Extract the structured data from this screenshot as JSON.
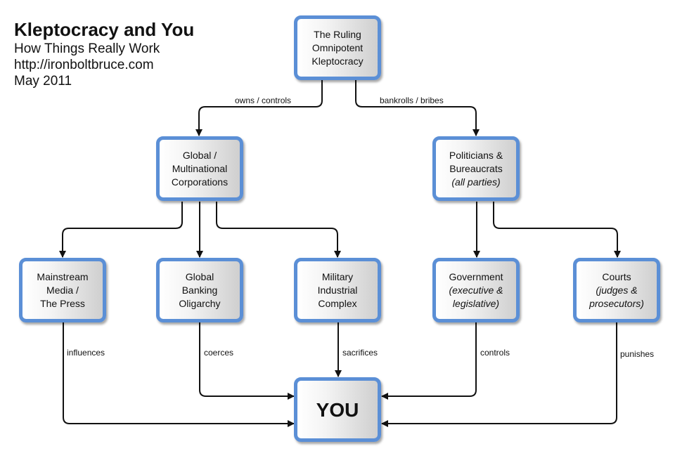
{
  "header": {
    "title": "Kleptocracy and You",
    "subtitle": "How Things Really Work",
    "url": "http://ironboltbruce.com",
    "date": "May 2011"
  },
  "nodes": {
    "kleptocracy": [
      "The Ruling",
      "Omnipotent",
      "Kleptocracy"
    ],
    "corporations": [
      "Global /",
      "Multinational",
      "Corporations"
    ],
    "politicians": [
      "Politicians &",
      "Bureaucrats"
    ],
    "politicians_note": "(all parties)",
    "media": [
      "Mainstream",
      "Media /",
      "The Press"
    ],
    "banking": [
      "Global",
      "Banking",
      "Oligarchy"
    ],
    "military": [
      "Military",
      "Industrial",
      "Complex"
    ],
    "government": "Government",
    "government_note": [
      "(executive &",
      "legislative)"
    ],
    "courts": "Courts",
    "courts_note": [
      "(judges &",
      "prosecutors)"
    ],
    "you": "YOU"
  },
  "edges": {
    "owns_controls": "owns / controls",
    "bankrolls_bribes": "bankrolls / bribes",
    "influences": "influences",
    "coerces": "coerces",
    "sacrifices": "sacrifices",
    "controls": "controls",
    "punishes": "punishes"
  }
}
